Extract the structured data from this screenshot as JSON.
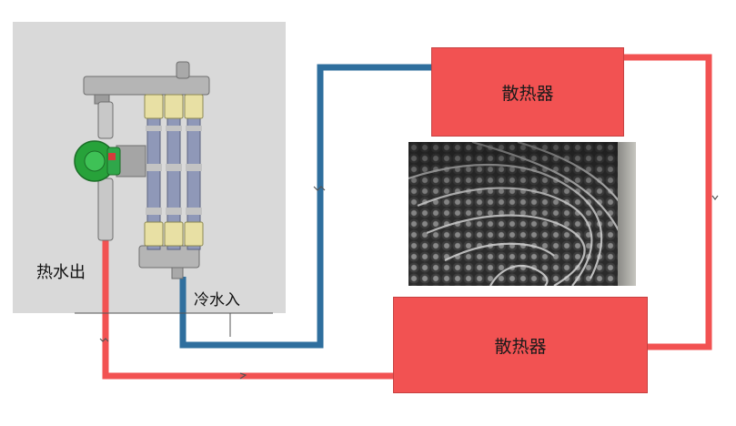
{
  "labels": {
    "hot_water_out": "热水出",
    "cold_water_in": "冷水入",
    "radiator_top": "散热器",
    "radiator_bottom": "散热器"
  },
  "colors": {
    "hot_pipe": "#f25252",
    "cold_pipe": "#2f6f9e",
    "radiator_fill": "#f25252",
    "panel_bg": "#d9d9d9"
  },
  "icons": {
    "pump": "circulation-pump-icon",
    "manifold": "water-manifold-icon",
    "floor": "floor-heating-photo"
  }
}
